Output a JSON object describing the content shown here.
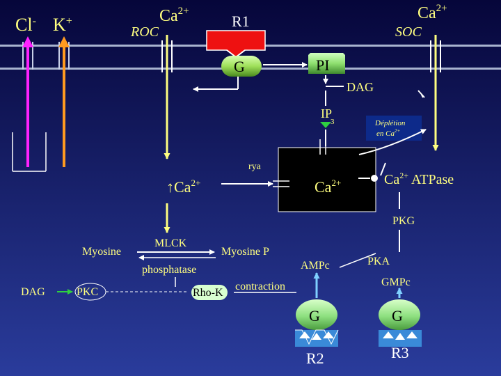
{
  "colors": {
    "background_top": "#06063a",
    "background_bottom": "#2a3c9c",
    "membrane": "#a9b4cf",
    "label_yellow": "#ffff80",
    "cl_arrow": "#ff22ff",
    "k_arrow": "#ff9a20",
    "receptor_red": "#ee1111",
    "g_protein": "#9fe05a",
    "pi_box": "#8fe070",
    "mlck_arrow": "#ffff80",
    "camp_arrow": "#7fd0ff",
    "depletion_box": "#0d2a8a"
  },
  "ions": {
    "cl": "Cl",
    "cl_charge": "-",
    "k": "K",
    "k_charge": "+"
  },
  "roc": {
    "ion": "Ca",
    "charge": "2+",
    "label": "ROC"
  },
  "soc": {
    "ion": "Ca",
    "charge": "2+",
    "label": "SOC"
  },
  "receptor_r1": "R1",
  "g_protein_top": "G",
  "pi": "PI",
  "dag_top": "DAG",
  "ip3": {
    "ip": "IP",
    "sub": "3"
  },
  "depletion": {
    "line1": "Déplétion",
    "line2": "en  Ca",
    "line2_sup": "2+"
  },
  "rya": "rya",
  "cytosol_ca": {
    "prefix": "↑",
    "ion": "Ca",
    "charge": "2+"
  },
  "store_ca": {
    "ion": "Ca",
    "charge": "2+"
  },
  "atpase": {
    "ion": "Ca",
    "charge": "2+",
    "label": "ATPase"
  },
  "pkg": "PKG",
  "mlck": "MLCK",
  "myosine": "Myosine",
  "myosine_p": "Myosine P",
  "phosphatase": "phosphatase",
  "dag_bottom": "DAG",
  "pkc": "PKC",
  "rho_k": "Rho-K",
  "contraction": "contraction",
  "ampc": "AMPc",
  "pka": "PKA",
  "gmpc": "GMPc",
  "g_left": "G",
  "g_right": "G",
  "r2": "R2",
  "r3": "R3"
}
